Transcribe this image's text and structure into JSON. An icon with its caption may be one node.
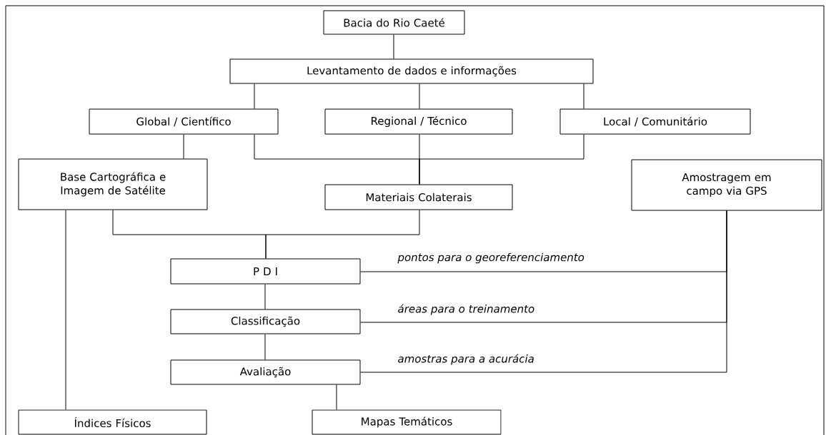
{
  "diagram": {
    "nodes": [
      {
        "text": [
          "Bacia do Rio Caeté"
        ]
      },
      {
        "text": [
          "Levantamento de dados e informações"
        ]
      },
      {
        "text": [
          "Global / Científico"
        ]
      },
      {
        "text": [
          "Regional / Técnico"
        ]
      },
      {
        "text": [
          "Local / Comunitário"
        ]
      },
      {
        "text": [
          "Base Cartográfica e Imagem de Satélite"
        ]
      },
      {
        "text": [
          "Materiais Colaterais"
        ]
      },
      {
        "text": [
          "Amostragem em campo via GPS"
        ]
      },
      {
        "text": [
          "P D I"
        ]
      },
      {
        "text": [
          "Classificação"
        ]
      },
      {
        "text": [
          "Avaliação"
        ]
      },
      {
        "text": [
          "Índices Físicos"
        ]
      },
      {
        "text": [
          "Mapas Temáticos"
        ]
      }
    ],
    "edges": [
      {
        "from": 0,
        "to": 1,
        "arrow": "none"
      },
      {
        "from": 1,
        "to": 2,
        "arrow": "none"
      },
      {
        "from": 1,
        "to": 3,
        "arrow": "none"
      },
      {
        "from": 1,
        "to": 4,
        "arrow": "none"
      },
      {
        "from": 2,
        "to": 5,
        "arrow": "none"
      },
      {
        "from": 2,
        "to": 6,
        "arrow": "none"
      },
      {
        "from": 3,
        "to": 6,
        "arrow": "none"
      },
      {
        "from": 4,
        "to": 6,
        "arrow": "none"
      },
      {
        "from": 5,
        "to": 8,
        "arrow": "none"
      },
      {
        "from": 6,
        "to": 8,
        "arrow": "none"
      },
      {
        "from": 5,
        "to": 11,
        "arrow": "none"
      },
      {
        "from": 8,
        "to": 9,
        "arrow": "none"
      },
      {
        "from": 9,
        "to": 10,
        "arrow": "none"
      },
      {
        "from": 10,
        "to": 12,
        "arrow": "none"
      },
      {
        "from": 7,
        "to": 8,
        "arrow": "none",
        "label": "pontos para o georeferenciamento"
      },
      {
        "from": 7,
        "to": 9,
        "arrow": "none",
        "label": "áreas para o treinamento"
      },
      {
        "from": 7,
        "to": 10,
        "arrow": "none",
        "label": "amostras para a acurácia"
      }
    ]
  }
}
